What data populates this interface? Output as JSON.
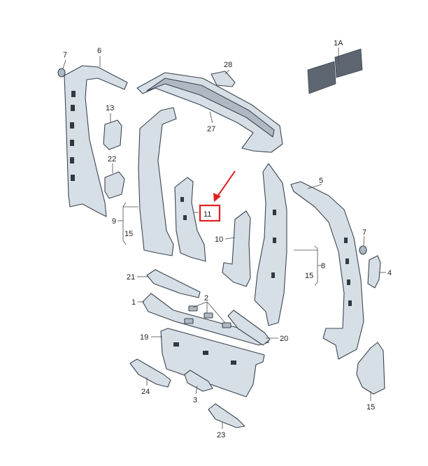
{
  "callouts": {
    "c1": "1",
    "c1A": "1A",
    "c2": "2",
    "c3": "3",
    "c4": "4",
    "c5": "5",
    "c6": "6",
    "c7a": "7",
    "c7b": "7",
    "c8": "8",
    "c9": "9",
    "c10": "10",
    "c11": "11",
    "c13": "13",
    "c15a": "15",
    "c15b": "15",
    "c15c": "15",
    "c19": "19",
    "c20": "20",
    "c21": "21",
    "c22": "22",
    "c23": "23",
    "c24": "24",
    "c27": "27",
    "c28": "28"
  },
  "highlight": {
    "callout": "11",
    "color": "#e02020"
  },
  "colors": {
    "panel": "#d6dee6",
    "outline": "#3c4650",
    "accent": "#e02020"
  }
}
